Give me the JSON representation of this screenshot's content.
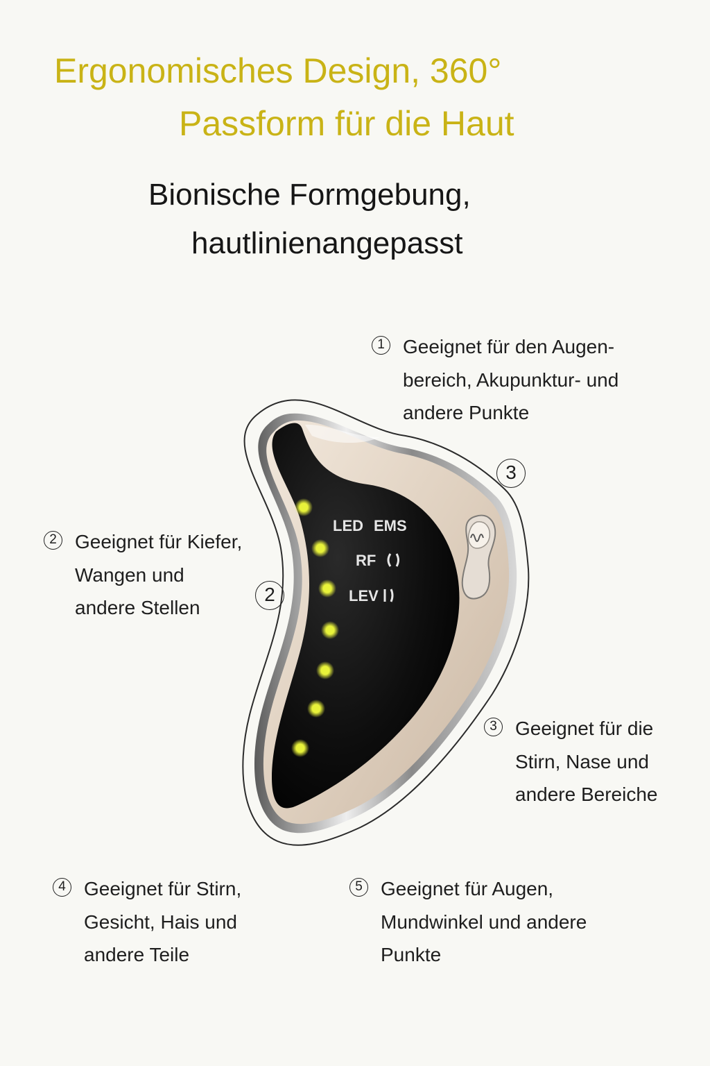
{
  "title": {
    "line1": "Ergonomisches Design, 360°",
    "line2": "Passform für die Haut",
    "color": "#c9b316"
  },
  "subtitle": {
    "line1": "Bionische Formgebung,",
    "line2": "hautlinienangepasst"
  },
  "notes": [
    {
      "number": "1",
      "lines": [
        "Geeignet für den Augen-",
        "bereich, Akupunktur- und",
        "andere Punkte"
      ]
    },
    {
      "number": "2",
      "lines": [
        "Geeignet für Kiefer,",
        "Wangen und",
        "andere Stellen"
      ]
    },
    {
      "number": "3",
      "lines": [
        "Geeignet für die",
        "Stirn, Nase und",
        "andere Bereiche"
      ]
    },
    {
      "number": "4",
      "lines": [
        "Geeignet für Stirn,",
        "Gesicht, Hais und",
        "andere Teile"
      ]
    },
    {
      "number": "5",
      "lines": [
        "Geeignet für Augen,",
        "Mundwinkel und andere",
        "Punkte"
      ]
    }
  ],
  "callouts": {
    "three": "3",
    "two": "2"
  },
  "device": {
    "labels": {
      "led": "LED",
      "ems": "EMS",
      "rf": "RF",
      "lev": "LEV"
    },
    "led_count": 7,
    "colors": {
      "shell": "#e2d5c6",
      "screen": "#0c0c0c",
      "led": "#e8f23a",
      "chrome": "#9a9a9a"
    },
    "button_icon": "wave-icon"
  }
}
